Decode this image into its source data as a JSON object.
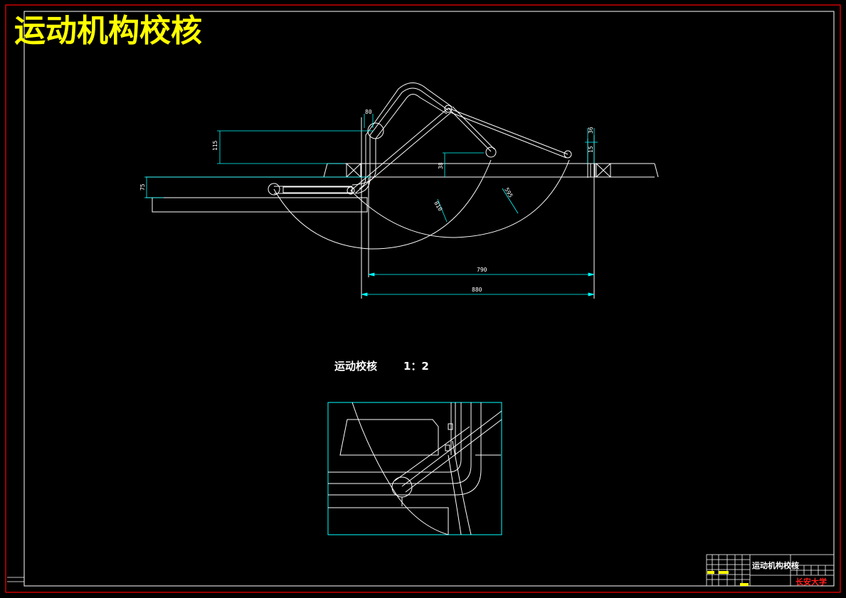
{
  "drawing": {
    "title": "运动机构校核",
    "view_label": "运动校核",
    "view_scale": "1：2",
    "colors": {
      "background": "#000000",
      "border": "#ff0000",
      "frame": "#ffffff",
      "title": "#ffff00",
      "dimension": "#00ffff",
      "geometry": "#ffffff"
    }
  },
  "dimensions": {
    "d_top_small": "80",
    "d_115": "115",
    "d_75": "75",
    "d_36": "36",
    "d_15": "15",
    "d_38": "38",
    "r_810": "810",
    "r_595": "595",
    "d_790": "790",
    "d_880": "880"
  },
  "title_block": {
    "drawing_name": "运动机构校核",
    "school": "长安大学"
  }
}
